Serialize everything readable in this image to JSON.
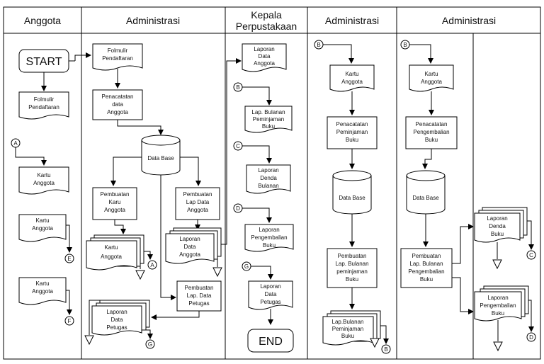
{
  "lanes": [
    "Anggota",
    "Administrasi",
    "Kepala Perpustakaan",
    "Administrasi",
    "Administrasi"
  ],
  "lane3_line1": "Kepala",
  "lane3_line2": "Perpustakaan",
  "start": "START",
  "end": "END",
  "anggota": {
    "form": [
      "Folmulir",
      "Pendaftaran"
    ],
    "kartu1": [
      "Kartu",
      "Anggota"
    ],
    "kartu2": [
      "Kartu",
      "Anggota"
    ],
    "kartu3": [
      "Kartu",
      "Anggota"
    ]
  },
  "admin1": {
    "form": [
      "Folmulir",
      "Pendaftaran"
    ],
    "pencatatan": [
      "Penacatatan",
      "data",
      "Anggota"
    ],
    "db": "Data Base",
    "pembuatan_kartu": [
      "Pembuatan",
      "Karu",
      "Anggota"
    ],
    "pembuatan_lap": [
      "Pembuatan",
      "Lap Data",
      "Anggota"
    ],
    "kartu_doc": [
      "Kartu",
      "Anggota"
    ],
    "laporan_anggota": [
      "Laporan",
      "Data",
      "Anggota"
    ],
    "pembuatan_petugas": [
      "Pembuatan",
      "Lap. Data",
      "Petugas"
    ],
    "laporan_petugas": [
      "Laporan",
      "Data",
      "Petugas"
    ]
  },
  "kepala": {
    "lap_anggota": [
      "Laporan",
      "Data",
      "Anggota"
    ],
    "lap_bulanan": [
      "Lap. Bulanan",
      "Peminjaman",
      "Buku"
    ],
    "lap_denda": [
      "Laporan",
      "Denda",
      "Bulanan"
    ],
    "lap_pengembalian": [
      "Laporan",
      "Pengembalian",
      "Buku"
    ],
    "lap_petugas": [
      "Laporan",
      "Data",
      "Petugas"
    ]
  },
  "admin2": {
    "kartu": [
      "Kartu",
      "Anggota"
    ],
    "pencatatan": [
      "Penacatatan",
      "Peminjaman",
      "Buku"
    ],
    "db": "Data Base",
    "pembuatan": [
      "Pembuatan",
      "Lap. Bulanan",
      "peminjaman",
      "Buku"
    ],
    "lap": [
      "Lap.Bulanan",
      "Peminjaman",
      "Buku"
    ]
  },
  "admin3": {
    "kartu": [
      "Kartu",
      "Anggota"
    ],
    "pencatatan": [
      "Penacatatan",
      "Pengembalian",
      "Buku"
    ],
    "db": "Data Base",
    "pembuatan": [
      "Pembuatan",
      "Lap. Bulanan",
      "Pengembalian",
      "Buku"
    ],
    "lap_denda": [
      "Laporan",
      "Denda",
      "Buku"
    ],
    "lap_pengembalian": [
      "Laporan",
      "Pengembalian",
      "Buku"
    ]
  },
  "connectors": {
    "A": "A",
    "B": "B",
    "C": "C",
    "D": "D",
    "E": "E",
    "F": "F",
    "G": "G"
  }
}
